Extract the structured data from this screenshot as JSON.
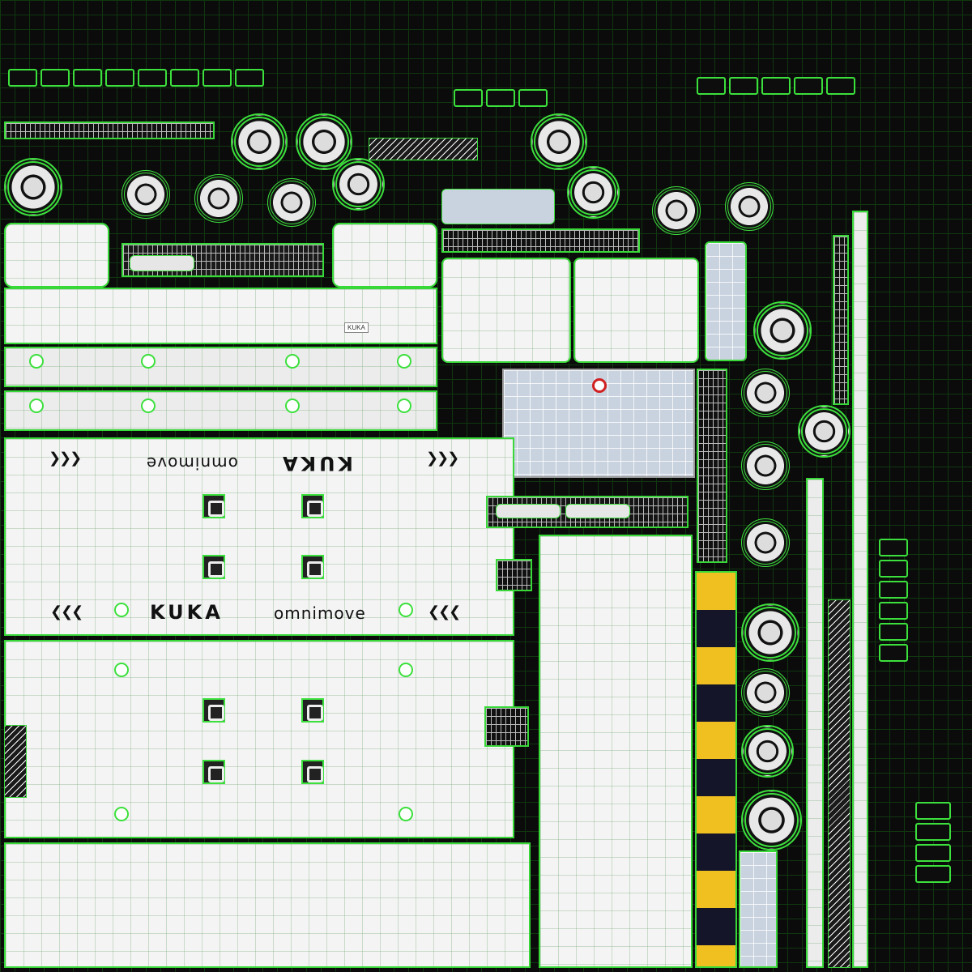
{
  "texture": {
    "logos": {
      "brand": "KUKA",
      "product": "omnimove"
    },
    "label_tag": "KUKA",
    "colors": {
      "background": "#0b0b0b",
      "wire": "#38d838",
      "panel": "#ececec",
      "accent_yellow": "#f0c020",
      "warning_red": "#d02020"
    },
    "icons": [
      "chevron-arrows-icon",
      "warning-triangle-icon",
      "no-entry-sign-icon",
      "bolt-hole-icon"
    ]
  }
}
